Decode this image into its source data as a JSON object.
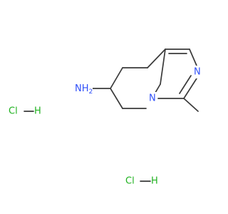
{
  "molecule": {
    "atoms": {
      "nh2": {
        "label": "NH",
        "sub": "2",
        "color": "#3050f8"
      },
      "ring_n_imidazole": {
        "label": "N",
        "color": "#3050f8"
      },
      "ring_n_bridge": {
        "label": "N",
        "color": "#3050f8"
      }
    }
  },
  "salts": [
    {
      "cl": "Cl",
      "h": "H",
      "color": "#1fb21f"
    },
    {
      "cl": "Cl",
      "h": "H",
      "color": "#1fb21f"
    }
  ]
}
